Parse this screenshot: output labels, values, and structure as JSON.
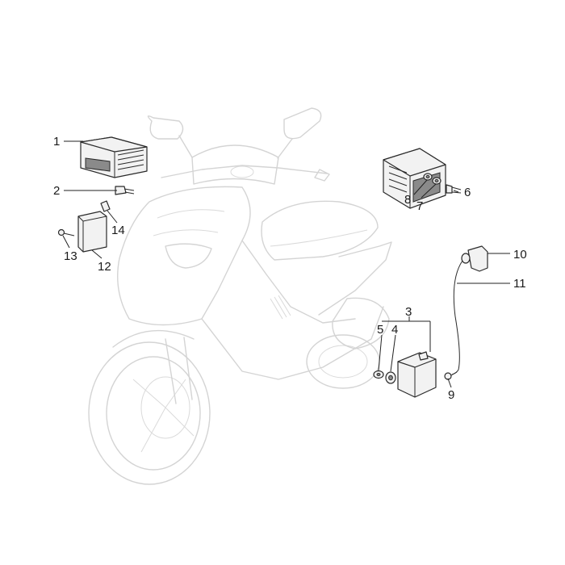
{
  "callouts": {
    "c1": "1",
    "c2": "2",
    "c3": "3",
    "c4": "4",
    "c5": "5",
    "c6": "6",
    "c7": "7",
    "c8": "8",
    "c9": "9",
    "c10": "10",
    "c11": "11",
    "c12": "12",
    "c13": "13",
    "c14": "14"
  },
  "colors": {
    "background": "#ffffff",
    "scooter_outline": "#d4d4d4",
    "part_outline": "#2a2a2a"
  }
}
